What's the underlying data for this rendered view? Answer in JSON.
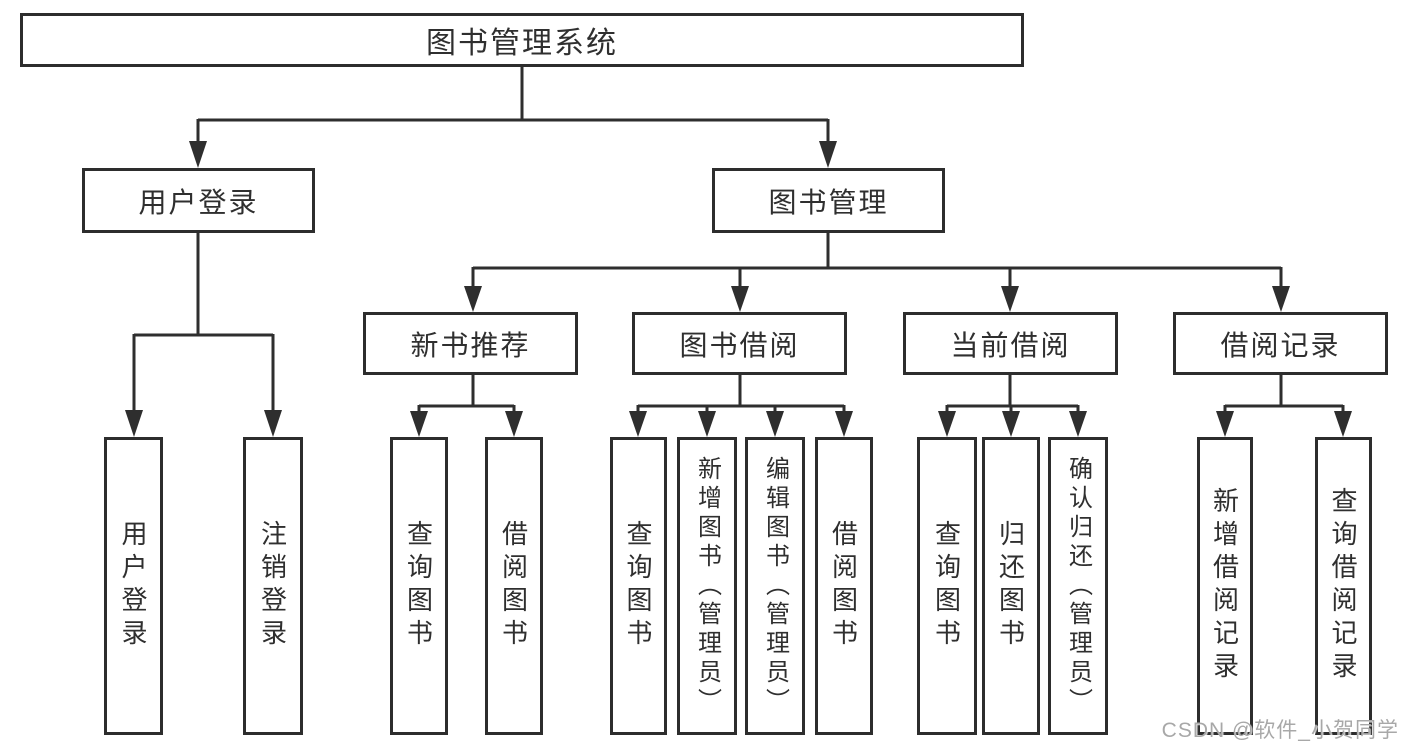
{
  "diagram": {
    "tree": {
      "label": "图书管理系统",
      "children": [
        {
          "label": "用户登录",
          "children": [
            {
              "label": "用户登录"
            },
            {
              "label": "注销登录"
            }
          ]
        },
        {
          "label": "图书管理",
          "children": [
            {
              "label": "新书推荐",
              "children": [
                {
                  "label": "查询图书"
                },
                {
                  "label": "借阅图书"
                }
              ]
            },
            {
              "label": "图书借阅",
              "children": [
                {
                  "label": "查询图书"
                },
                {
                  "label": "新增图书（管理员）"
                },
                {
                  "label": "编辑图书（管理员）"
                },
                {
                  "label": "借阅图书"
                }
              ]
            },
            {
              "label": "当前借阅",
              "children": [
                {
                  "label": "查询图书"
                },
                {
                  "label": "归还图书"
                },
                {
                  "label": "确认归还（管理员）"
                }
              ]
            },
            {
              "label": "借阅记录",
              "children": [
                {
                  "label": "新增借阅记录"
                },
                {
                  "label": "查询借阅记录"
                }
              ]
            }
          ]
        }
      ]
    },
    "colors": {
      "line": "#2e2e2e",
      "box_border": "#2d2d2d",
      "text": "#2f2f2f",
      "background": "#ffffff",
      "watermark": "#a8a8a8"
    }
  },
  "watermark": {
    "text": "CSDN @软件_小贺同学"
  }
}
